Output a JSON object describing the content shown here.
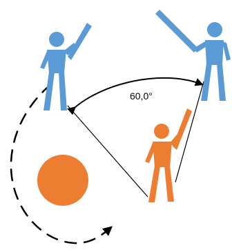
{
  "diagram": {
    "angle_label": "60,0°",
    "colors": {
      "blue": "#5b9bd5",
      "orange": "#ed7d31",
      "line": "#000000",
      "background": "#ffffff"
    },
    "figures": [
      {
        "name": "blue-figure-left",
        "color": "blue"
      },
      {
        "name": "blue-figure-right",
        "color": "blue"
      },
      {
        "name": "orange-figure",
        "color": "orange"
      }
    ],
    "ball": {
      "color": "orange"
    }
  }
}
